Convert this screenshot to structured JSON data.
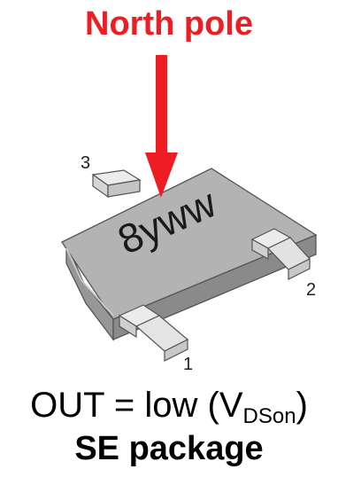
{
  "title": "North pole",
  "marking": "8yww",
  "pins": {
    "pin1": "1",
    "pin2": "2",
    "pin3": "3"
  },
  "output": {
    "prefix": "OUT = low (V",
    "subscript": "DSon",
    "suffix": ")"
  },
  "package": "SE package",
  "colors": {
    "arrow": "#ee1c23",
    "body": "#a8a8a8",
    "top": "#b5b5b5"
  }
}
